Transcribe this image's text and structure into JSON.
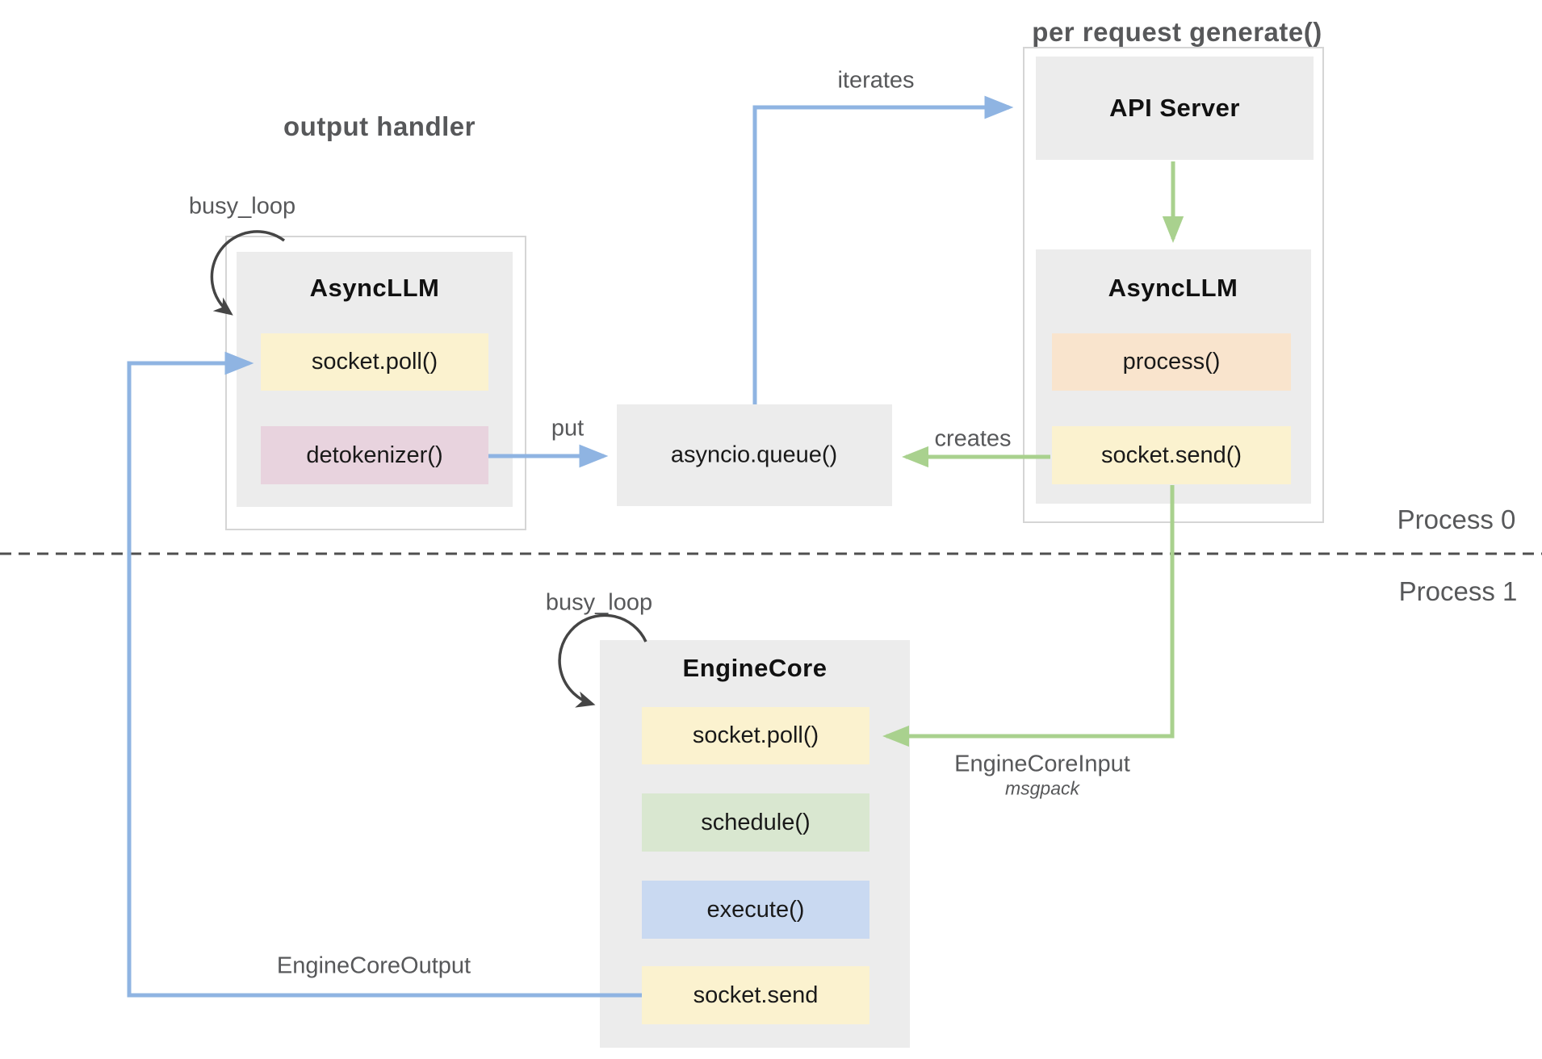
{
  "titles": {
    "output_handler": "output handler",
    "per_request_generate": "per request generate()"
  },
  "process_labels": {
    "process0": "Process 0",
    "process1": "Process 1"
  },
  "edge_labels": {
    "iterates": "iterates",
    "put": "put",
    "creates": "creates",
    "busy_loop_output": "busy_loop",
    "busy_loop_engine": "busy_loop",
    "engine_core_input": "EngineCoreInput",
    "engine_core_input_format": "msgpack",
    "engine_core_output": "EngineCoreOutput"
  },
  "nodes": {
    "api_server": {
      "title": "API Server"
    },
    "async_llm_output": {
      "title": "AsyncLLM",
      "methods": [
        "socket.poll()",
        "detokenizer()"
      ]
    },
    "async_llm_request": {
      "title": "AsyncLLM",
      "methods": [
        "process()",
        "socket.send()"
      ]
    },
    "asyncio_queue": {
      "title": "asyncio.queue()"
    },
    "engine_core": {
      "title": "EngineCore",
      "methods": [
        "socket.poll()",
        "schedule()",
        "execute()",
        "socket.send"
      ]
    }
  },
  "colors": {
    "arrow_blue": "#8fb4e2",
    "arrow_green": "#a9d18e",
    "loop_arrow": "#454545",
    "node_gray": "#ececec",
    "container_border": "#d5d5d5",
    "chip_yellow": "#fbf2cf",
    "chip_pink": "#e8d3de",
    "chip_peach": "#f9e4cd",
    "chip_green": "#d9e7d0",
    "chip_blue": "#c9d9f1",
    "label_gray": "#57585a",
    "divider": "#4f4f4f"
  }
}
